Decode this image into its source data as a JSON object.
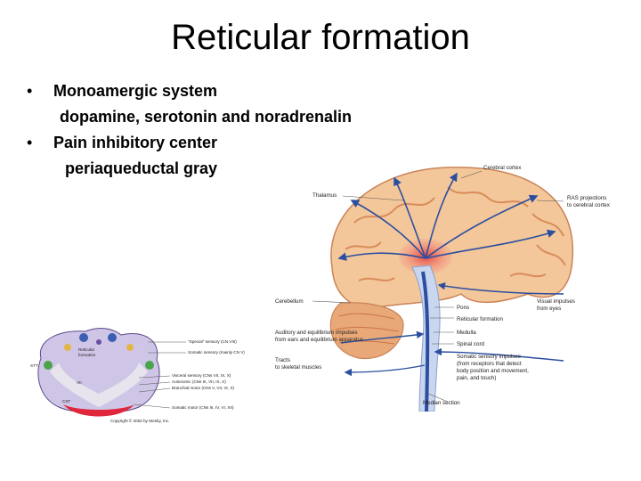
{
  "slide": {
    "title": "Reticular formation",
    "bullets": [
      {
        "marker": "•",
        "text": "Monoamergic system",
        "detail": "dopamine, serotonin and noradrenalin"
      },
      {
        "marker": "•",
        "text": "Pain inhibitory center",
        "detail": "periaqueductal gray"
      }
    ]
  },
  "brain_figure": {
    "labels": {
      "cerebral_cortex": "Cerebral cortex",
      "thalamus": "Thalamus",
      "ras_projections": "RAS projections",
      "ras_projections_2": "to cerebral cortex",
      "cerebellum": "Cerebellum",
      "pons": "Pons",
      "visual_impulses": "Visual impulses",
      "visual_impulses_2": "from eyes",
      "reticular_formation": "Reticular formation",
      "auditory_1": "Auditory and equilibrium impulses",
      "auditory_2": "from ears and equilibrium apparatus",
      "medulla": "Medulla",
      "tracts_1": "Tracts",
      "tracts_2": "to skeletal muscles",
      "spinal_cord": "Spinal cord",
      "somatic_1": "Somatic sensory impulses",
      "somatic_2": "(from receptors that detect",
      "somatic_3": "body position and movement,",
      "somatic_4": "pain, and touch)",
      "median_section": "Median section"
    },
    "colors": {
      "brain": "#f3c79a",
      "gyri": "#d98c5a",
      "arrows": "#2b4ea0",
      "ras": "#e8413c",
      "stem": "#c9d6ef"
    }
  },
  "stem_figure": {
    "labels": {
      "reticular": "Reticular",
      "formation": "formation",
      "special_sensory": "\"Special\" sensory (CN VIII)",
      "somatic_sensory": "Somatic sensory (mainly CN V)",
      "visceral_sensory": "Visceral sensory (CNs VII, IX, X)",
      "autonomic": "Autonomic (CNs III, VII, IX, X)",
      "branchial": "Branchial motor (CNs V, VII, IX, X)",
      "somatic_motor": "Somatic motor (CNs III, IV, VI, XII)",
      "vii": "VII",
      "cst": "CST",
      "stt": "STT",
      "copyright": "Copyright © 2002 by Mosby, Inc."
    },
    "colors": {
      "stem": "#cfc5e6",
      "tract": "#e0263a",
      "nucleus_blue": "#3b5fb0",
      "nucleus_green": "#4aa44a"
    }
  }
}
